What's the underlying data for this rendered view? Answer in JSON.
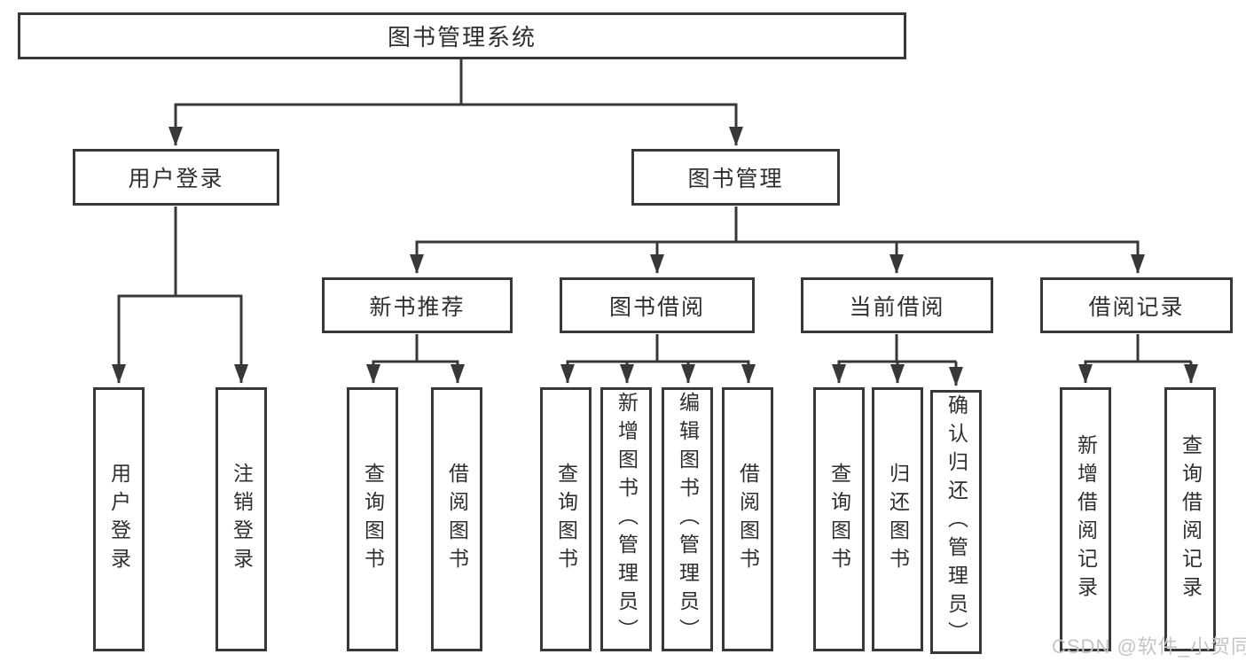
{
  "diagram_title": "图书管理系统",
  "nodes": {
    "root": {
      "label": "图书管理系统"
    },
    "user_login": {
      "label": "用户登录"
    },
    "book_mgmt": {
      "label": "图书管理"
    },
    "new_book_rec": {
      "label": "新书推荐"
    },
    "book_borrow": {
      "label": "图书借阅"
    },
    "current_borrow": {
      "label": "当前借阅"
    },
    "borrow_record": {
      "label": "借阅记录"
    },
    "login": {
      "label": "用户登录"
    },
    "logout": {
      "label": "注销登录"
    },
    "rec_query_book": {
      "label": "查询图书"
    },
    "rec_borrow_book": {
      "label": "借阅图书"
    },
    "bb_query_book": {
      "label": "查询图书"
    },
    "bb_add_book": {
      "label": "新增图书（管理员）"
    },
    "bb_edit_book": {
      "label": "编辑图书（管理员）"
    },
    "bb_borrow_book": {
      "label": "借阅图书"
    },
    "cb_query_book": {
      "label": "查询图书"
    },
    "cb_return_book": {
      "label": "归还图书"
    },
    "cb_confirm_return": {
      "label": "确认归还（管理员）"
    },
    "br_add_record": {
      "label": "新增借阅记录"
    },
    "br_query_record": {
      "label": "查询借阅记录"
    }
  },
  "watermark": {
    "text": "CSDN @软件_小贺同学"
  },
  "colors": {
    "line": "#383838",
    "box_border": "#383838",
    "text": "#2f2f2f",
    "watermark": "#c4c4c4",
    "background": "#ffffff"
  }
}
